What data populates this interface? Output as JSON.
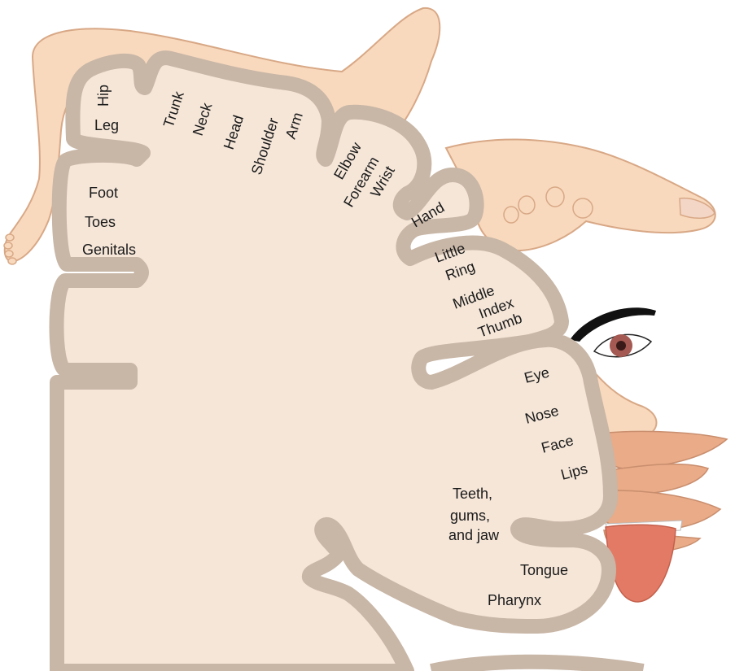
{
  "colors": {
    "cortex_gray": "#c8b6a6",
    "tissue": "#f5e6d8",
    "skin": "#f8d9bd",
    "skin_outline": "#d8a886",
    "lip": "#e9ab88",
    "tongue": "#e27a65",
    "eyebrow": "#111111",
    "iris": "#a45a52"
  },
  "labels": {
    "hip": "Hip",
    "leg": "Leg",
    "trunk": "Trunk",
    "neck": "Neck",
    "head": "Head",
    "shoulder": "Shoulder",
    "arm": "Arm",
    "elbow": "Elbow",
    "forearm": "Forearm",
    "wrist": "Wrist",
    "hand": "Hand",
    "foot": "Foot",
    "toes": "Toes",
    "genitals": "Genitals",
    "little": "Little",
    "ring": "Ring",
    "middle": "Middle",
    "index": "Index",
    "thumb": "Thumb",
    "eye": "Eye",
    "nose": "Nose",
    "face": "Face",
    "lips": "Lips",
    "teeth_1": "Teeth,",
    "teeth_2": "gums,",
    "teeth_3": "and jaw",
    "tongue": "Tongue",
    "pharynx": "Pharynx"
  }
}
